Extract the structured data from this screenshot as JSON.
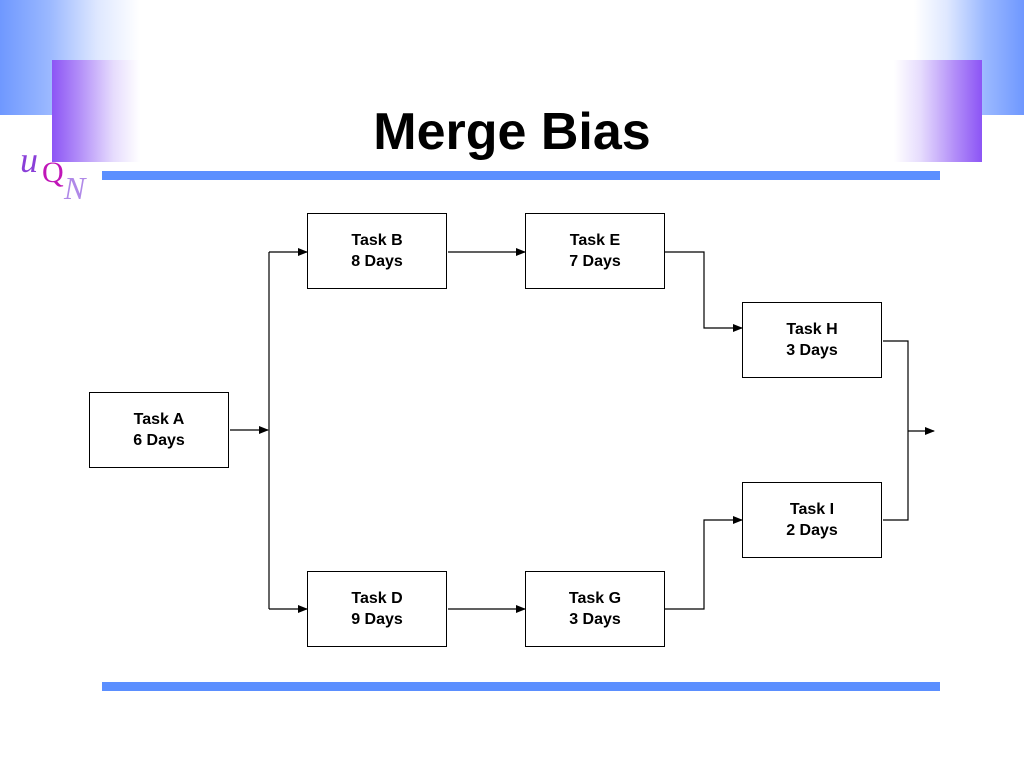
{
  "slide": {
    "title": "Merge Bias",
    "logo": {
      "letters": [
        "u",
        "Q",
        "N"
      ],
      "name": "uqn-logo-icon"
    }
  },
  "tasks": {
    "a": {
      "name": "Task A",
      "duration": "6 Days"
    },
    "b": {
      "name": "Task B",
      "duration": "8 Days"
    },
    "d": {
      "name": "Task D",
      "duration": "9 Days"
    },
    "e": {
      "name": "Task E",
      "duration": "7 Days"
    },
    "g": {
      "name": "Task G",
      "duration": "3 Days"
    },
    "h": {
      "name": "Task H",
      "duration": "3 Days"
    },
    "i": {
      "name": "Task I",
      "duration": "2 Days"
    }
  },
  "connections": [
    {
      "from": "a",
      "to": "b"
    },
    {
      "from": "a",
      "to": "d"
    },
    {
      "from": "b",
      "to": "e"
    },
    {
      "from": "d",
      "to": "g"
    },
    {
      "from": "e",
      "to": "h"
    },
    {
      "from": "g",
      "to": "i"
    },
    {
      "from": "h",
      "to": "end"
    },
    {
      "from": "i",
      "to": "end"
    }
  ],
  "colors": {
    "accent_blue": "#5b8fff",
    "accent_purple": "#8c55f5",
    "logo_u": "#8a3fd8",
    "logo_q": "#c016b8",
    "logo_n": "#b089e8"
  }
}
